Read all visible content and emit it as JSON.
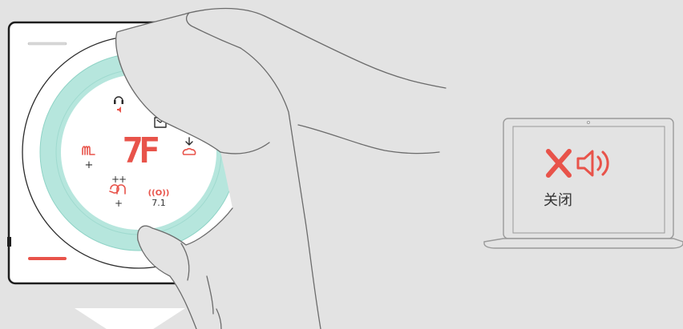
{
  "device": {
    "display_digits": "7F",
    "icons": {
      "headset_audio": "headset-speaker-icon",
      "equalizer": "equalizer-icon",
      "sidetone": "sidetone-waveform-icon",
      "sidetone_plus": "+",
      "mic_arm": "microphone-arm-icon",
      "surround_label": "((O))",
      "surround_value": "7.1",
      "pairing_top": "++",
      "pairing_bottom": "+"
    },
    "led_colors": {
      "top": "#ffffff",
      "bottom": "#e8534a"
    }
  },
  "laptop": {
    "status_icon": "red-x-icon",
    "speaker_icon": "speaker-icon",
    "status_text": "关闭"
  },
  "colors": {
    "accent_red": "#e8534a",
    "ring_teal": "#b6e6dd",
    "background": "#e3e3e3"
  }
}
